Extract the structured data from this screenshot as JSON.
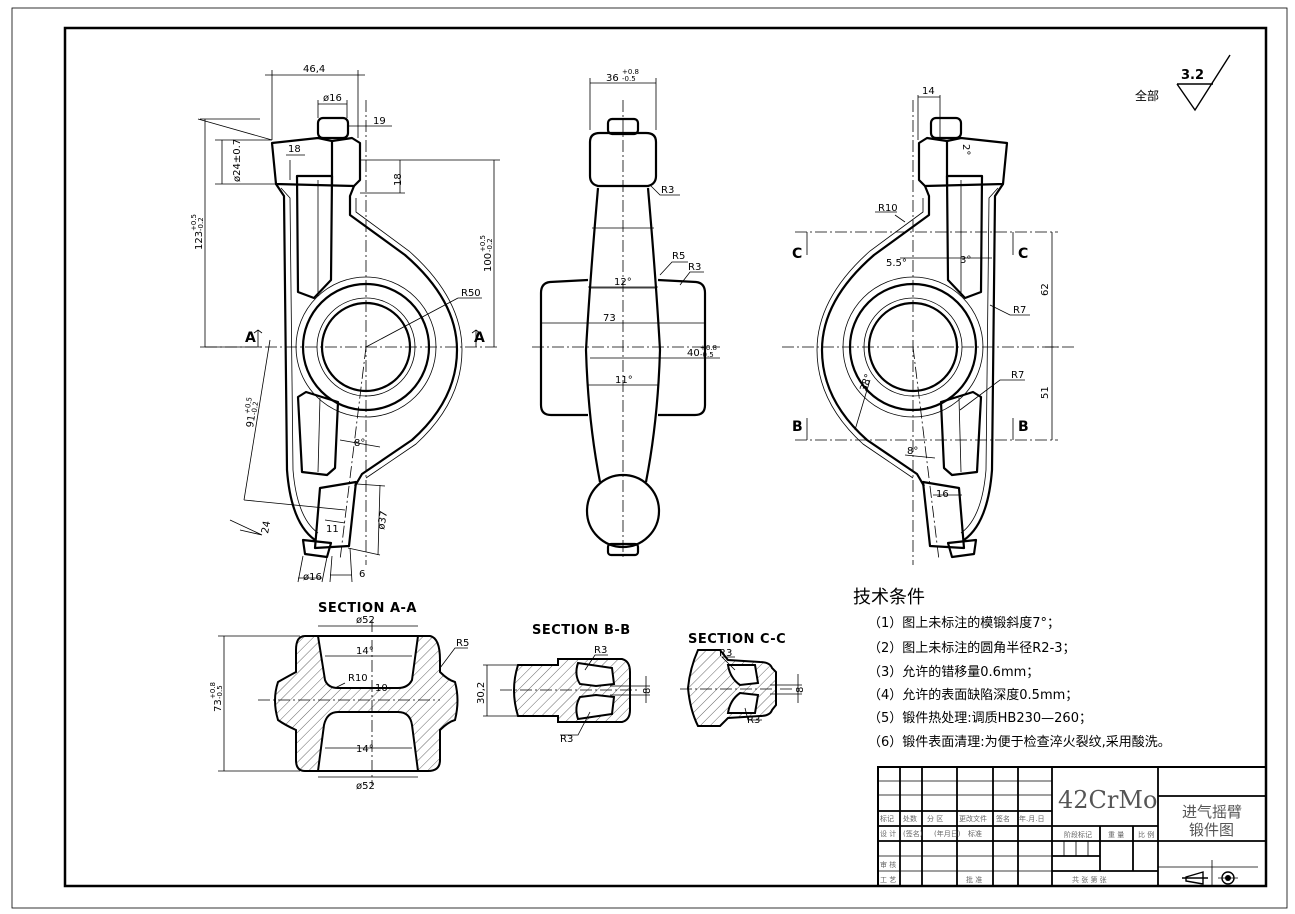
{
  "roughness": {
    "scope": "全部",
    "value": "3.2"
  },
  "front_view": {
    "dims": [
      "46,4",
      "ø16",
      "19",
      "18",
      "ø24±0.7",
      "18",
      "123",
      "100",
      "R50",
      "91",
      "8°",
      "24",
      "11",
      "ø37",
      "ø16",
      "6"
    ],
    "tolerances": {
      "t123": [
        "+0.5",
        "-0.2"
      ],
      "t100": [
        "+0.5",
        "-0.2"
      ],
      "t91": [
        "+0.5",
        "-0.2"
      ]
    },
    "section_marks": [
      "A",
      "A"
    ]
  },
  "side_view": {
    "dims": [
      "36",
      "R3",
      "R5",
      "R3",
      "12°",
      "73",
      "40",
      "11°"
    ],
    "tolerances": {
      "t36": [
        "+0.8",
        "-0.5"
      ],
      "t40": [
        "+0.8",
        "-0.5"
      ]
    }
  },
  "rear_view": {
    "dims": [
      "14",
      "2°",
      "R10",
      "5.5°",
      "3°",
      "R7",
      "62",
      "38°",
      "R7",
      "51",
      "8°",
      "16"
    ],
    "section_marks": [
      "C",
      "C",
      "B",
      "B"
    ]
  },
  "sections": {
    "aa": {
      "title": "SECTION A-A",
      "dims": [
        "ø52",
        "14°",
        "R10",
        "10",
        "R5",
        "14°",
        "ø52",
        "73"
      ],
      "tol": [
        "+0.8",
        "-0.5"
      ]
    },
    "bb": {
      "title": "SECTION B-B",
      "dims": [
        "R3",
        "30,2",
        "8",
        "R3"
      ]
    },
    "cc": {
      "title": "SECTION C-C",
      "dims": [
        "R3",
        "8",
        "R3"
      ]
    }
  },
  "notes": {
    "heading": "技术条件",
    "items": [
      "（1）图上未标注的模锻斜度7°；",
      "（2）图上未标注的圆角半径R2-3；",
      "（3）允许的错移量0.6mm；",
      "（4）允许的表面缺陷深度0.5mm；",
      "（5）锻件热处理:调质HB230—260；",
      "（6）锻件表面清理:为便于检查淬火裂纹,采用酸洗。"
    ]
  },
  "title_block": {
    "material": "42CrMo",
    "title_line1": "进气摇臂",
    "title_line2": "锻件图",
    "rev_headers": [
      "标记",
      "处数",
      "分 区",
      "更改文件",
      "签名",
      "年.月.日"
    ],
    "design_row": [
      "设 计",
      "(签名)",
      "(年月日)",
      "标准"
    ],
    "review": "审 核",
    "process": "工 艺",
    "approve": "批 准",
    "stage": "阶段标记",
    "weight": "重 量",
    "scale": "比 例",
    "sheets": "共   张    第   张"
  }
}
